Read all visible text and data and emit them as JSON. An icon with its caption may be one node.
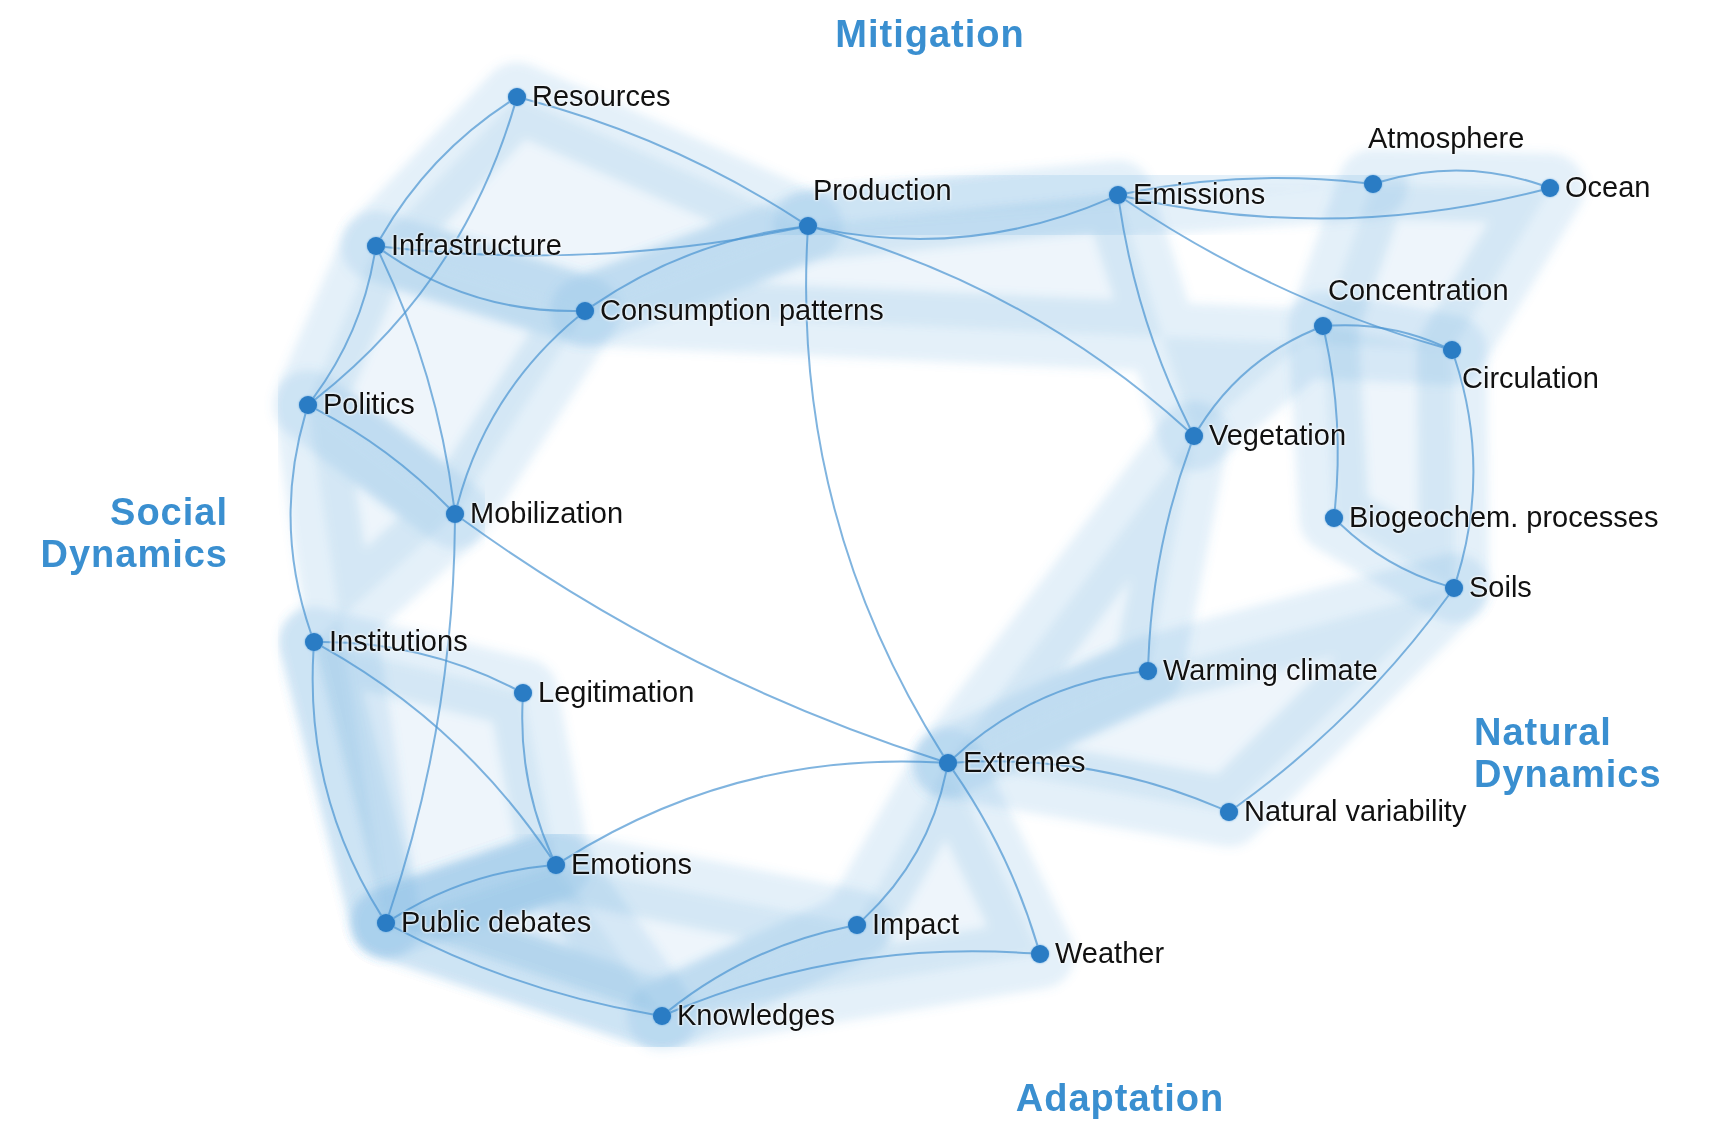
{
  "diagram": {
    "nodes": [
      {
        "text": [],
        "shape": "circle",
        "beside": [
          "Resources"
        ]
      },
      {
        "text": [],
        "shape": "circle",
        "beside": [
          "Production"
        ]
      },
      {
        "text": [],
        "shape": "circle",
        "beside": [
          "Emissions"
        ]
      },
      {
        "text": [],
        "shape": "circle",
        "beside": [
          "Atmosphere"
        ]
      },
      {
        "text": [],
        "shape": "circle",
        "beside": [
          "Ocean"
        ]
      },
      {
        "text": [],
        "shape": "circle",
        "beside": [
          "Infrastructure"
        ]
      },
      {
        "text": [],
        "shape": "circle",
        "beside": [
          "Consumption patterns"
        ]
      },
      {
        "text": [],
        "shape": "circle",
        "beside": [
          "Concentration"
        ]
      },
      {
        "text": [],
        "shape": "circle",
        "beside": [
          "Circulation"
        ]
      },
      {
        "text": [],
        "shape": "circle",
        "beside": [
          "Politics"
        ]
      },
      {
        "text": [],
        "shape": "circle",
        "beside": [
          "Vegetation"
        ]
      },
      {
        "text": [],
        "shape": "circle",
        "beside": [
          "Mobilization"
        ]
      },
      {
        "text": [],
        "shape": "circle",
        "beside": [
          "Biogeochem. processes"
        ]
      },
      {
        "text": [],
        "shape": "circle",
        "beside": [
          "Soils"
        ]
      },
      {
        "text": [],
        "shape": "circle",
        "beside": [
          "Institutions"
        ]
      },
      {
        "text": [],
        "shape": "circle",
        "beside": [
          "Warming climate"
        ]
      },
      {
        "text": [],
        "shape": "circle",
        "beside": [
          "Legitimation"
        ]
      },
      {
        "text": [],
        "shape": "circle",
        "beside": [
          "Extremes"
        ]
      },
      {
        "text": [],
        "shape": "circle",
        "beside": [
          "Natural variability"
        ]
      },
      {
        "text": [],
        "shape": "circle",
        "beside": [
          "Emotions"
        ]
      },
      {
        "text": [],
        "shape": "circle",
        "beside": [
          "Public debates"
        ]
      },
      {
        "text": [],
        "shape": "circle",
        "beside": [
          "Impact"
        ]
      },
      {
        "text": [],
        "shape": "circle",
        "beside": [
          "Weather"
        ]
      },
      {
        "text": [],
        "shape": "circle",
        "beside": [
          "Knowledges"
        ]
      }
    ],
    "edges": [
      {
        "from": 0,
        "to": 1,
        "arrow": "none"
      },
      {
        "from": 0,
        "to": 5,
        "arrow": "none"
      },
      {
        "from": 0,
        "to": 9,
        "arrow": "none"
      },
      {
        "from": 5,
        "to": 1,
        "arrow": "none"
      },
      {
        "from": 6,
        "to": 1,
        "arrow": "none"
      },
      {
        "from": 1,
        "to": 2,
        "arrow": "none"
      },
      {
        "from": 2,
        "to": 3,
        "arrow": "none"
      },
      {
        "from": 2,
        "to": 4,
        "arrow": "none"
      },
      {
        "from": 3,
        "to": 4,
        "arrow": "none"
      },
      {
        "from": 2,
        "to": 10,
        "arrow": "none"
      },
      {
        "from": 7,
        "to": 8,
        "arrow": "none"
      },
      {
        "from": 7,
        "to": 10,
        "arrow": "none"
      },
      {
        "from": 7,
        "to": 12,
        "arrow": "none"
      },
      {
        "from": 12,
        "to": 13,
        "arrow": "none"
      },
      {
        "from": 8,
        "to": 13,
        "arrow": "none"
      },
      {
        "from": 10,
        "to": 15,
        "arrow": "none"
      },
      {
        "from": 1,
        "to": 10,
        "arrow": "none"
      },
      {
        "from": 1,
        "to": 17,
        "arrow": "none"
      },
      {
        "from": 9,
        "to": 11,
        "arrow": "none"
      },
      {
        "from": 9,
        "to": 5,
        "arrow": "none"
      },
      {
        "from": 11,
        "to": 6,
        "arrow": "none"
      },
      {
        "from": 11,
        "to": 17,
        "arrow": "none"
      },
      {
        "from": 14,
        "to": 16,
        "arrow": "none"
      },
      {
        "from": 14,
        "to": 20,
        "arrow": "none"
      },
      {
        "from": 11,
        "to": 20,
        "arrow": "none"
      },
      {
        "from": 19,
        "to": 20,
        "arrow": "none"
      },
      {
        "from": 19,
        "to": 17,
        "arrow": "none"
      },
      {
        "from": 20,
        "to": 23,
        "arrow": "none"
      },
      {
        "from": 23,
        "to": 21,
        "arrow": "none"
      },
      {
        "from": 21,
        "to": 17,
        "arrow": "none"
      },
      {
        "from": 17,
        "to": 22,
        "arrow": "none"
      },
      {
        "from": 22,
        "to": 23,
        "arrow": "none"
      },
      {
        "from": 17,
        "to": 15,
        "arrow": "none"
      },
      {
        "from": 18,
        "to": 13,
        "arrow": "none"
      },
      {
        "from": 17,
        "to": 18,
        "arrow": "none"
      },
      {
        "from": 9,
        "to": 14,
        "arrow": "none"
      },
      {
        "from": 5,
        "to": 11,
        "arrow": "none"
      },
      {
        "from": 16,
        "to": 19,
        "arrow": "none"
      },
      {
        "from": 6,
        "to": 5,
        "arrow": "none"
      },
      {
        "from": 2,
        "to": 8,
        "arrow": "none"
      },
      {
        "from": 14,
        "to": 19,
        "arrow": "none"
      }
    ],
    "labels": [
      "Mitigation",
      "Social Dynamics",
      "Natural Dynamics",
      "Adaptation"
    ]
  }
}
